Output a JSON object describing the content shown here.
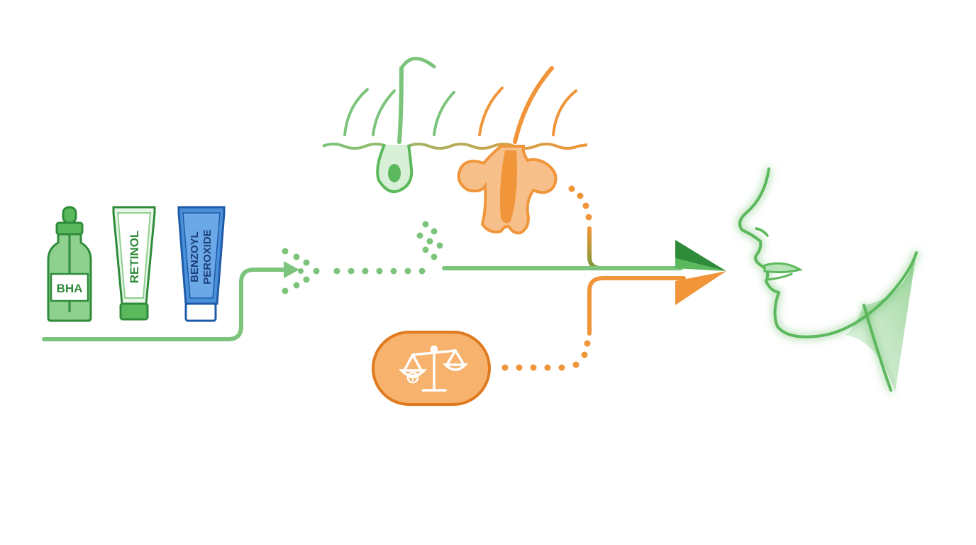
{
  "colors": {
    "green": "#5cb85c",
    "green_light": "#8fd08f",
    "green_dark": "#2e8b3a",
    "orange": "#f0953a",
    "orange_light": "#f7c08a",
    "orange_dark": "#e07a1f",
    "blue": "#4a90d9",
    "blue_dark": "#1f5aa8"
  },
  "products": {
    "bha": "BHA",
    "retinol": "RETINOL",
    "benzoyl_line1": "BENZOYL",
    "benzoyl_line2": "PEROXIDE"
  },
  "icons": {
    "bha_bottle": "dropper-bottle-icon",
    "retinol_tube": "cream-tube-icon",
    "benzoyl_tube": "cream-tube-icon",
    "healthy_follicle": "hair-follicle-icon",
    "inflamed_follicle": "inflamed-follicle-icon",
    "hormone_balance": "balance-scale-icon",
    "face_profile": "face-profile-icon"
  }
}
